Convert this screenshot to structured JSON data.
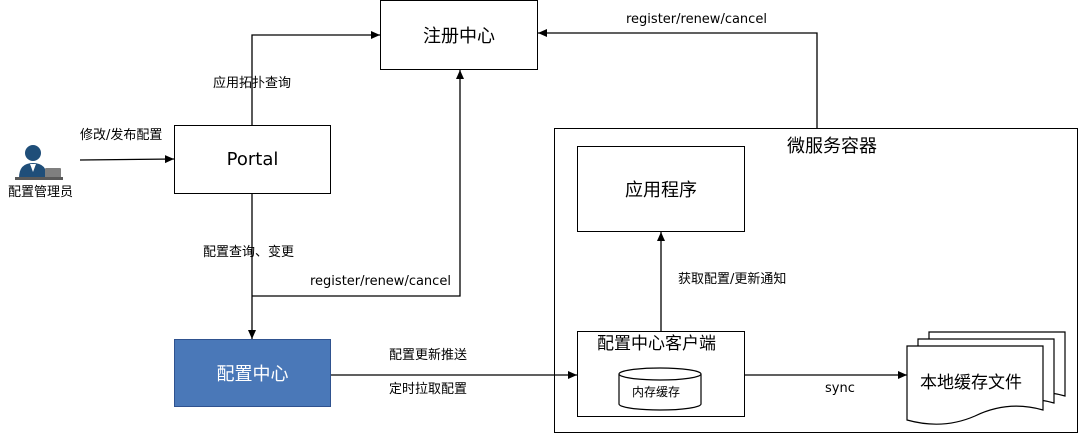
{
  "nodes": {
    "registry": "注册中心",
    "portal": "Portal",
    "config_center": "配置中心",
    "container": "微服务容器",
    "application": "应用程序",
    "config_client": "配置中心客户端",
    "memory_cache": "内存缓存",
    "local_cache_file": "本地缓存文件",
    "admin": "配置管理员"
  },
  "edges": {
    "register_top": "register/renew/cancel",
    "topology_query": "应用拓扑查询",
    "modify_publish": "修改/发布配置",
    "query_change": "配置查询、变更",
    "register_bottom": "register/renew/cancel",
    "get_config_notify": "获取配置/更新通知",
    "push_update": "配置更新推送",
    "pull_config": "定时拉取配置",
    "sync": "sync"
  },
  "colors": {
    "config_center_fill": "#4a78b8",
    "config_center_border": "#2f528f",
    "admin_icon": "#1f4e79"
  }
}
